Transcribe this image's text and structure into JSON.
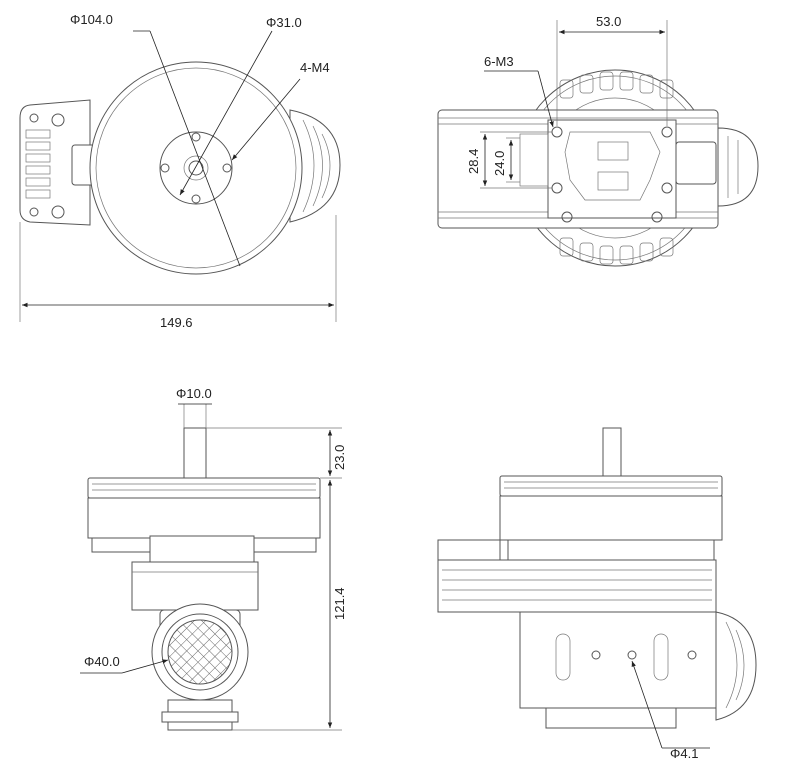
{
  "dimensions": {
    "top_outer_diameter": "Φ104.0",
    "top_center_diameter": "Φ31.0",
    "top_hole_count": "4-M4",
    "top_overall_width": "149.6",
    "bottom_hole_spacing": "53.0",
    "bottom_hole_count": "6-M3",
    "bottom_height_outer": "28.4",
    "bottom_height_inner": "24.0",
    "shaft_diameter": "Φ10.0",
    "shaft_length": "23.0",
    "overall_height": "121.4",
    "connector_diameter": "Φ40.0",
    "mount_hole_diameter": "Φ4.1"
  }
}
